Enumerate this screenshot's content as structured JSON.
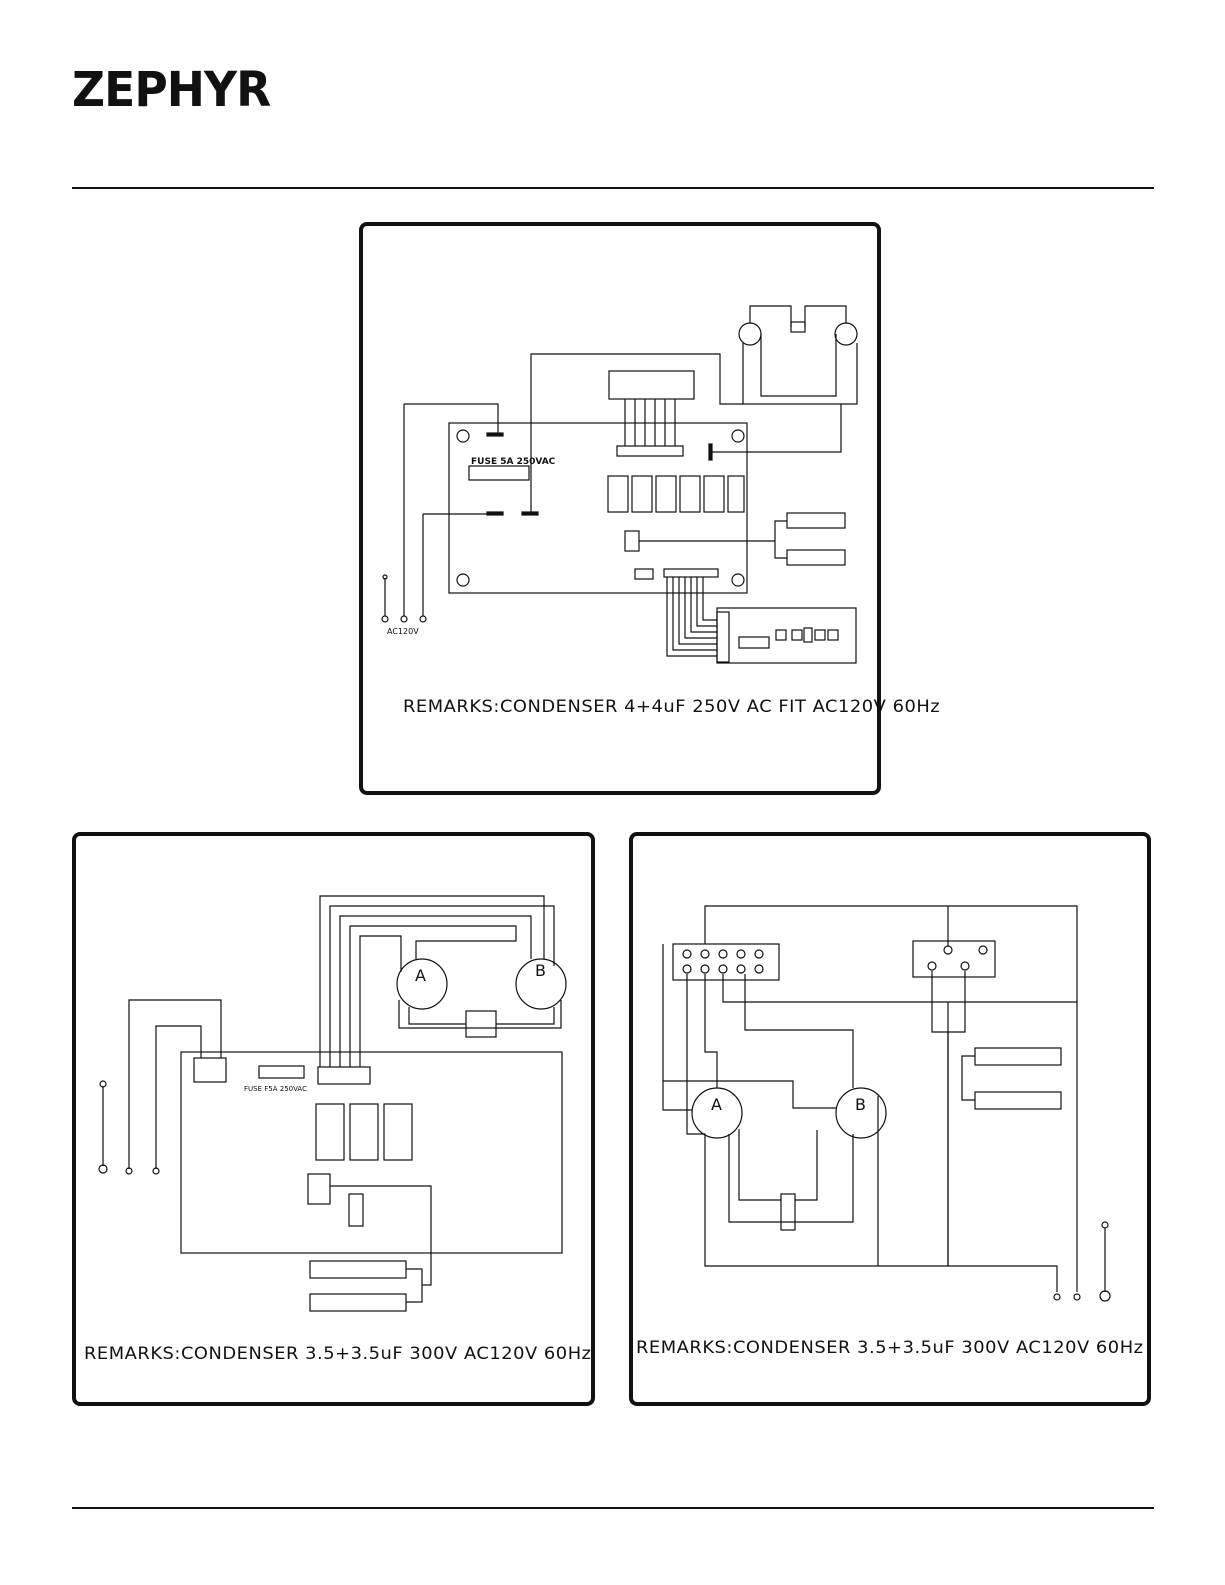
{
  "header": {
    "brand": "ZEPHYR"
  },
  "diagram_top": {
    "ac_label": "AC120V",
    "fuse_label": "FUSE 5A 250VAC",
    "remarks": "REMARKS:CONDENSER 4+4uF 250V AC FIT AC120V 60Hz"
  },
  "diagram_left": {
    "motor_a": "A",
    "motor_b": "B",
    "fuse_label": "FUSE F5A 250VAC",
    "remarks": "REMARKS:CONDENSER 3.5+3.5uF 300V AC120V 60Hz"
  },
  "diagram_right": {
    "motor_a": "A",
    "motor_b": "B",
    "remarks": "REMARKS:CONDENSER 3.5+3.5uF 300V AC120V 60Hz"
  }
}
